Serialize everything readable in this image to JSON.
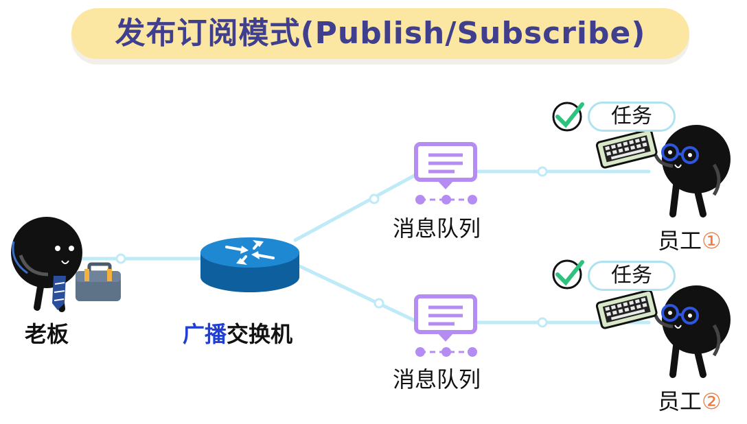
{
  "title": "发布订阅模式(Publish/Subscribe)",
  "boss": {
    "label": "老板"
  },
  "exchange": {
    "label_highlight": "广播",
    "label_rest": "交换机"
  },
  "queues": [
    {
      "label": "消息队列"
    },
    {
      "label": "消息队列"
    }
  ],
  "workers": [
    {
      "label": "员工",
      "number": "①",
      "task": "任务"
    },
    {
      "label": "员工",
      "number": "②",
      "task": "任务"
    }
  ],
  "colors": {
    "title_bg": "#fbe6a2",
    "title_text": "#3f3f8e",
    "connector": "#bfeaf7",
    "router": "#1778be",
    "queue": "#b58cf2",
    "highlight_text": "#1f3fd6",
    "worker_number": "#f07a3c",
    "check": "#2ec27e"
  }
}
